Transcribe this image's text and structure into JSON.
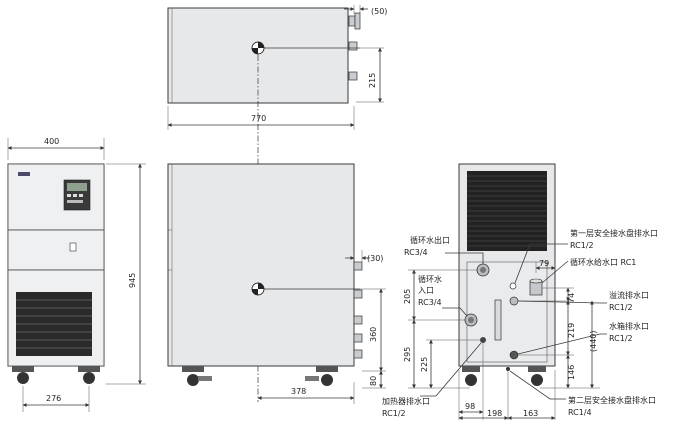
{
  "dims": {
    "top_width": "770",
    "top_offset": "(50)",
    "top_depth": "215",
    "front_width": "400",
    "front_height": "945",
    "front_foot": "276",
    "side_offset": "(30)",
    "side_360": "360",
    "side_80": "80",
    "side_378": "378",
    "rear_205": "205",
    "rear_295": "295",
    "rear_225": "225",
    "rear_98": "98",
    "rear_198": "198",
    "rear_163": "163",
    "rear_79": "79",
    "rear_74": "74",
    "rear_219": "219",
    "rear_440": "(440)",
    "rear_146": "146"
  },
  "labels": {
    "outlet_1": "循环水出口",
    "outlet_2": "RC3/4",
    "inlet_1": "循环水",
    "inlet_2": "入口",
    "inlet_3": "RC3/4",
    "heater_1": "加热器排水口",
    "heater_2": "RC1/2",
    "pan1_1": "第一层安全接水盘排水口",
    "pan1_2": "RC1/2",
    "supply": "循环水给水口 RC1",
    "overflow_1": "溢流排水口",
    "overflow_2": "RC1/2",
    "tank_1": "水箱排水口",
    "tank_2": "RC1/2",
    "pan2_1": "第二层安全接水盘排水口",
    "pan2_2": "RC1/4"
  }
}
